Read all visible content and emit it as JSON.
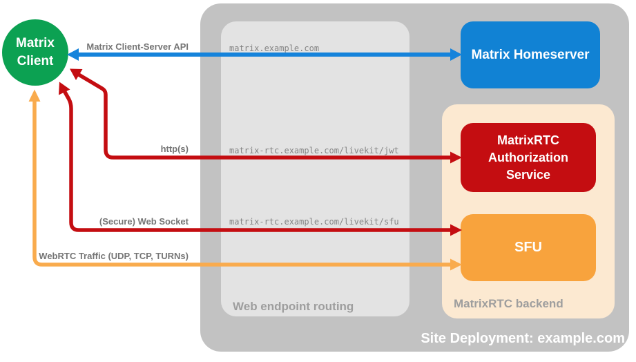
{
  "containers": {
    "site_deployment": {
      "label": "Site Deployment: example.com"
    },
    "web_endpoint_routing": {
      "label": "Web endpoint routing"
    },
    "matrixrtc_backend": {
      "label": "MatrixRTC backend"
    }
  },
  "nodes": {
    "matrix_client": {
      "line1": "Matrix",
      "line2": "Client"
    },
    "matrix_homeserver": {
      "label": "Matrix Homeserver"
    },
    "matrixrtc_auth_service": {
      "line1": "MatrixRTC",
      "line2": "Authorization",
      "line3": "Service"
    },
    "sfu": {
      "label": "SFU"
    }
  },
  "routes": {
    "homeserver_url": "matrix.example.com",
    "jwt_url": "matrix-rtc.example.com/livekit/jwt",
    "sfu_url": "matrix-rtc.example.com/livekit/sfu"
  },
  "connections": {
    "client_server_api": {
      "label": "Matrix Client-Server API",
      "color": "#1583db",
      "bidirectional": true
    },
    "https": {
      "label": "http(s)",
      "color": "#c40d11",
      "bidirectional": true
    },
    "websocket": {
      "label": "(Secure) Web Socket",
      "color": "#c40d11",
      "bidirectional": true
    },
    "webrtc": {
      "label": "WebRTC Traffic (UDP, TCP, TURNs)",
      "color": "#f9ab4d",
      "bidirectional": true
    }
  },
  "colors": {
    "client_green": "#0ca152",
    "homeserver_blue": "#1182d4",
    "auth_red": "#c40d11",
    "sfu_orange": "#f8a33d",
    "backend_peach": "#fce9d1",
    "site_gray": "#c2c2c2",
    "routing_gray": "#e3e3e3"
  }
}
